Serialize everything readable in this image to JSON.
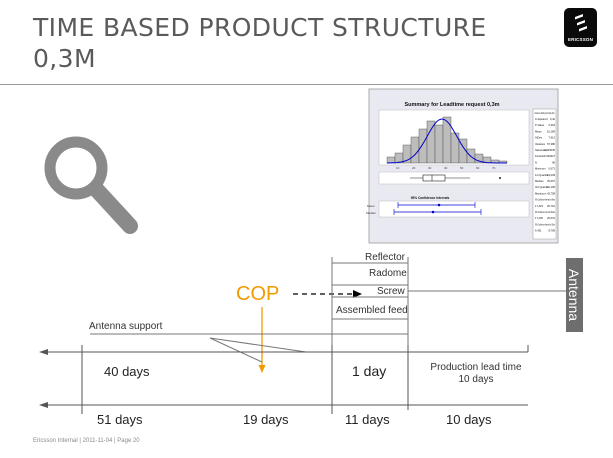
{
  "slide": {
    "title_line1": "TIME BASED PRODUCT STRUCTURE",
    "title_line2": "0,3M",
    "logo_text": "ERICSSON",
    "footer": "Ericsson Internal  |  2011-11-04  |  Page 20",
    "cop_label": "COP",
    "antenna_label": "Antenna",
    "components": [
      "Reflector",
      "Radome",
      "Screw",
      "Assembled feed"
    ],
    "antenna_support": "Antenna support",
    "row1": {
      "days_a": "40 days",
      "days_b": "1 day",
      "production_lead": "Production lead time 10 days"
    },
    "row2": [
      "51 days",
      "19 days",
      "11 days",
      "10 days"
    ],
    "colors": {
      "accent": "#f29a00",
      "title": "#5a5a5a",
      "chart_bars": "#bdbdbd",
      "chart_curve": "#0000cc"
    }
  },
  "summary_chart": {
    "title": "Summary for Leadtime request 0,3m",
    "stats_header": "Anderson-Darling Normality Test",
    "stats": [
      [
        "A-Squared",
        "0,42"
      ],
      [
        "P-Value",
        "0,318"
      ],
      [
        "Mean",
        "16,189"
      ],
      [
        "StDev",
        "7,912"
      ],
      [
        "Variance",
        "57,386"
      ],
      [
        "Skewness",
        "0,343035"
      ],
      [
        "Kurtosis",
        "0,629327"
      ],
      [
        "N",
        "96"
      ],
      [
        "Minimum",
        "0,671"
      ],
      [
        "1st Quartile",
        "21,009"
      ],
      [
        "Median",
        "25,667"
      ],
      [
        "3rd Quartile",
        "31,105"
      ],
      [
        "Maximum",
        "42,758"
      ],
      [
        "95% Confidence Interval for Mean",
        ""
      ],
      [
        "17,423",
        "20,761"
      ],
      [
        "95% Confidence Interval for Median",
        ""
      ],
      [
        "17,236",
        "20,631"
      ],
      [
        "95% Confidence Interval for StDev",
        ""
      ],
      [
        "6,431",
        "8,799"
      ]
    ],
    "ci_title": "95% Confidence Intervals",
    "ci_labels": [
      "Mean",
      "Median"
    ]
  }
}
